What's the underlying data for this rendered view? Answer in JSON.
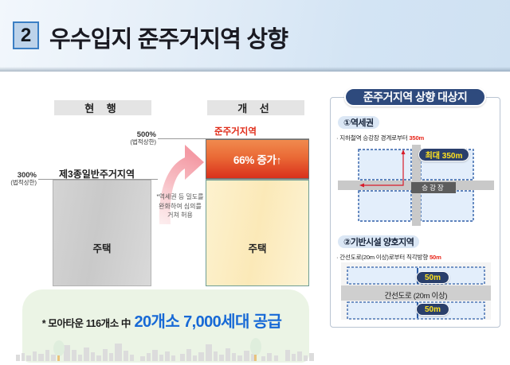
{
  "header": {
    "badge_number": "2",
    "title": "우수입지 준주거지역 상향"
  },
  "left": {
    "current_header": "현 행",
    "improved_header": "개 선",
    "limit_300": {
      "value": "300%",
      "note": "(법적상한)"
    },
    "limit_500": {
      "value": "500%",
      "note": "(법적상한)"
    },
    "zone_current_label": "제3종일반주거지역",
    "zone_improved_label": "준주거지역",
    "bar_current_label": "주택",
    "bar_improved_label": "주택",
    "increase_label": "66% 증가↑",
    "arrow_note": "*역세권 등 밀도를 완화하여 심의를 거쳐 허용",
    "caption_prefix": "* 모아타운 116개소 中",
    "caption_highlight": "20개소 7,000세대 공급"
  },
  "right": {
    "panel_title": "준주거지역 상향 대상지",
    "section1": {
      "pill": "①역세권",
      "bullet_prefix": "· 지하철역 승강장 경계로부터 ",
      "bullet_value": "350m",
      "badge": "최대 350m",
      "platform_label": "승강장"
    },
    "section2": {
      "pill": "②기반시설 양호지역",
      "bullet_prefix": "· 간선도로(20m 이상)로부터 직각방향 ",
      "bullet_value": "50m",
      "badge_top": "50m",
      "badge_bottom": "50m",
      "road_label": "간선도로 (20m 이상)"
    }
  },
  "colors": {
    "accent_blue": "#1769d6",
    "panel_navy": "#2e4a7d",
    "red": "#e02b18",
    "badge_yellow": "#ffe21f"
  }
}
